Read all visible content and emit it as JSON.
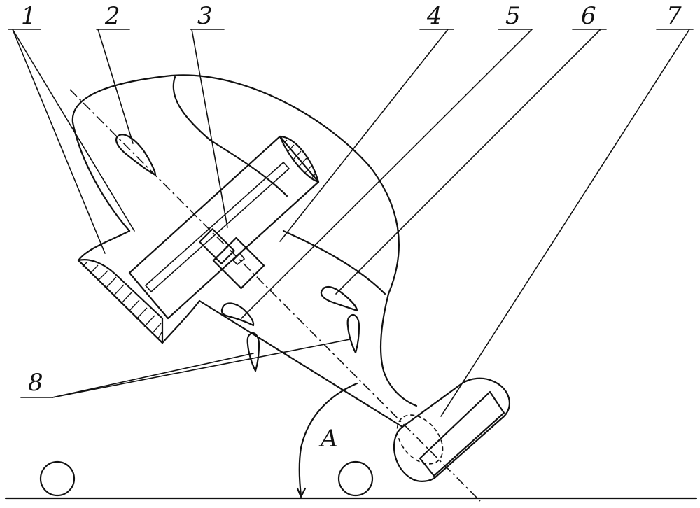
{
  "figure": {
    "labels": [
      {
        "id": "1",
        "text": "1"
      },
      {
        "id": "2",
        "text": "2"
      },
      {
        "id": "3",
        "text": "3"
      },
      {
        "id": "4",
        "text": "4"
      },
      {
        "id": "5",
        "text": "5"
      },
      {
        "id": "6",
        "text": "6"
      },
      {
        "id": "7",
        "text": "7"
      },
      {
        "id": "8",
        "text": "8"
      }
    ],
    "angle_label": "A"
  }
}
